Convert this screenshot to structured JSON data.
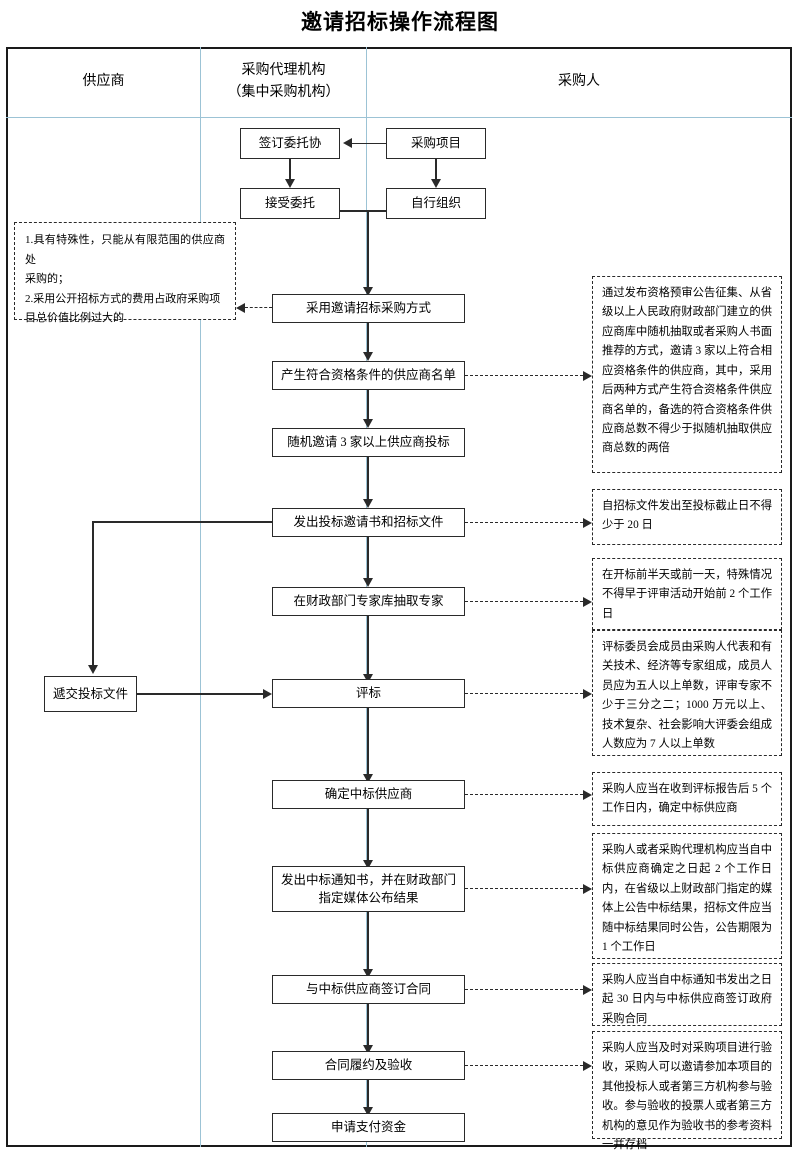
{
  "title": "邀请招标操作流程图",
  "columns": [
    {
      "id": "supplier",
      "lines": [
        "供应商"
      ]
    },
    {
      "id": "agency",
      "lines": [
        "采购代理机构",
        "（集中采购机构）"
      ]
    },
    {
      "id": "purchaser",
      "lines": [
        "采购人"
      ]
    }
  ],
  "boxes": {
    "sign_entrust": "签订委托协",
    "procure_project": "采购项目",
    "accept_entrust": "接受委托",
    "self_organize": "自行组织",
    "invite_mode": "采用邀请招标采购方式",
    "qualified_list": "产生符合资格条件的供应商名单",
    "invite_three": "随机邀请 3 家以上供应商投标",
    "issue_invite_docs": "发出投标邀请书和招标文件",
    "draw_experts": "在财政部门专家库抽取专家",
    "submit_bid": "遞交投标文件",
    "evaluate_bid": "评标",
    "determine_winner": "确定中标供应商",
    "issue_notice_line1": "发出中标通知书，并在财政部门",
    "issue_notice_line2": "指定媒体公布结果",
    "sign_contract": "与中标供应商签订合同",
    "perform_accept": "合同履约及验收",
    "apply_payment": "申请支付资金"
  },
  "notes": {
    "conditions": "1.具有特殊性，只能从有限范围的供应商处采购的；\n2.采用公开招标方式的费用占政府采购项目总价值比例过大的",
    "conditions_lines": [
      "1.具有特殊性，只能从有限范围的供应商处",
      "采购的；",
      "2.采用公开招标方式的费用占政府采购项",
      "目总价值比例过大的"
    ],
    "qualified_list_note": "通过发布资格预审公告征集、从省级以上人民政府财政部门建立的供应商库中随机抽取或者采购人书面推荐的方式，邀请 3 家以上符合相应资格条件的供应商，其中，采用后两种方式产生符合资格条件供应商名单的，备选的符合资格条件供应商总数不得少于拟随机抽取供应商总数的两倍",
    "issue_docs_note": "自招标文件发出至投标截止日不得少于 20 日",
    "draw_experts_note": "在开标前半天或前一天，特殊情况不得早于评审活动开始前 2 个工作日",
    "evaluate_note": "评标委员会成员由采购人代表和有关技术、经济等专家组成，成员人员应为五人以上单数，评审专家不少于三分之二；1000 万元以上、技术复杂、社会影响大评委会组成人数应为 7 人以上单数",
    "determine_winner_note": "采购人应当在收到评标报告后 5 个工作日内，确定中标供应商",
    "issue_notice_note": "采购人或者采购代理机构应当自中标供应商确定之日起 2 个工作日内，在省级以上财政部门指定的媒体上公告中标结果，招标文件应当随中标结果同时公告，公告期限为 1 个工作日",
    "sign_contract_note": "采购人应当自中标通知书发出之日起 30 日内与中标供应商签订政府采购合同",
    "perform_accept_note": "采购人应当及时对采购项目进行验收，采购人可以邀请参加本项目的其他投标人或者第三方机构参与验收。参与验收的投票人或者第三方机构的意见作为验收书的参考资料一并存档"
  },
  "colors": {
    "line": "#2a2a2a",
    "divider": "#9cc3d5",
    "background": "#ffffff"
  }
}
